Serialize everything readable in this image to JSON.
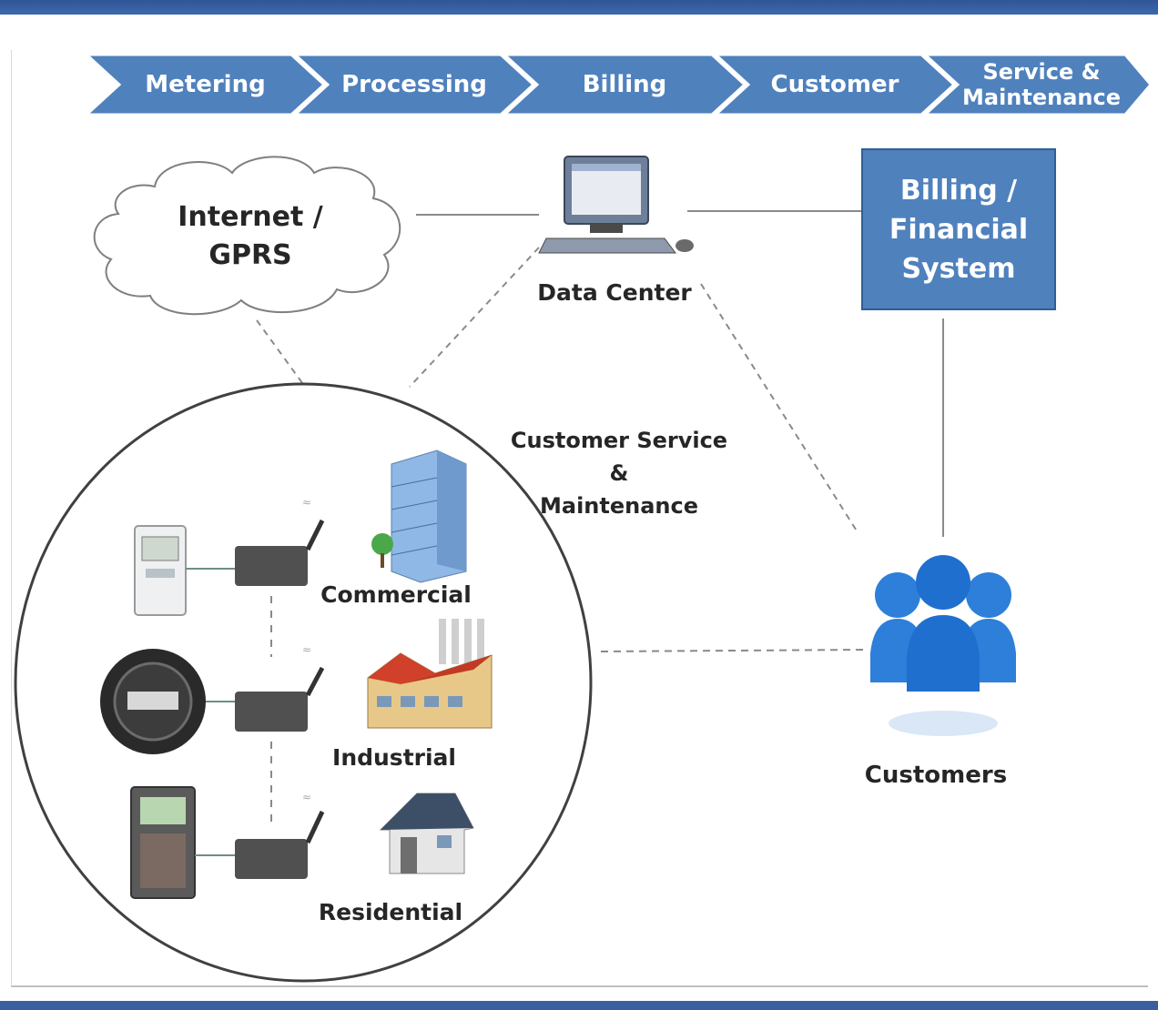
{
  "process_steps": [
    "Metering",
    "Processing",
    "Billing",
    "Customer",
    "Service &\nMaintenance"
  ],
  "nodes": {
    "internet": "Internet /\nGPRS",
    "data_center": "Data Center",
    "billing_system": "Billing /\nFinancial\nSystem",
    "customer_service": "Customer Service &\nMaintenance",
    "customers": "Customers"
  },
  "premises": [
    {
      "label": "Commercial",
      "meter_icon": "electronic-meter-icon",
      "building_icon": "office-building-icon"
    },
    {
      "label": "Industrial",
      "meter_icon": "round-dial-meter-icon",
      "building_icon": "factory-icon"
    },
    {
      "label": "Residential",
      "meter_icon": "prepaid-meter-icon",
      "building_icon": "house-icon"
    }
  ],
  "icons": {
    "computer": "desktop-computer-icon",
    "cloud": "cloud-icon",
    "modem": "gprs-modem-icon",
    "people": "people-group-icon"
  },
  "colors": {
    "accent": "#4f81bd",
    "accent_dark": "#2f5597",
    "text": "#262626",
    "line": "#8a8a8a"
  }
}
